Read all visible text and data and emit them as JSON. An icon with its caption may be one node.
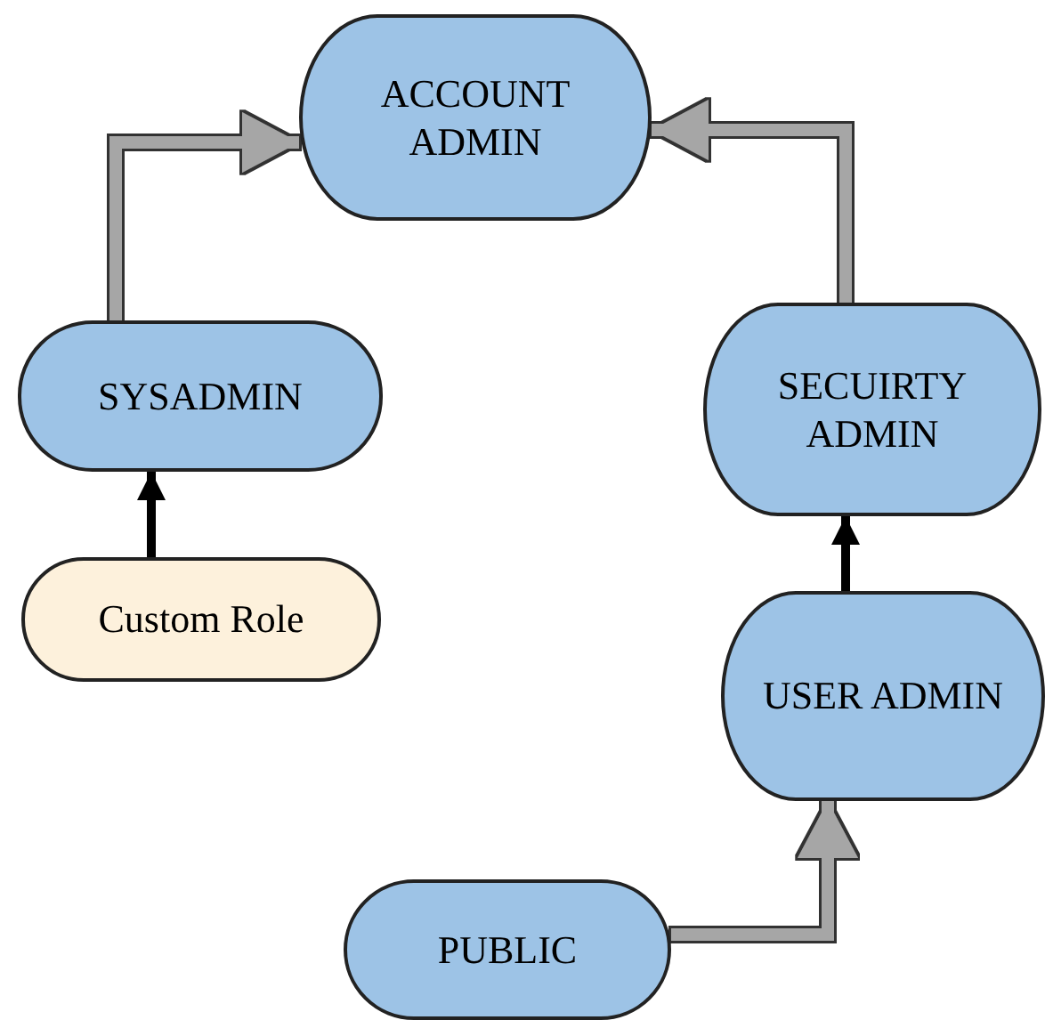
{
  "diagram": {
    "nodes": [
      {
        "text": [
          "ACCOUNT ADMIN"
        ]
      },
      {
        "text": [
          "SYSADMIN"
        ]
      },
      {
        "text": [
          "SECUIRTY ADMIN"
        ]
      },
      {
        "text": [
          "Custom Role"
        ]
      },
      {
        "text": [
          "USER ADMIN"
        ]
      },
      {
        "text": [
          "PUBLIC"
        ]
      }
    ],
    "edges": [
      {
        "from": 1,
        "to": 0,
        "arrow": "to"
      },
      {
        "from": 2,
        "to": 0,
        "arrow": "to"
      },
      {
        "from": 3,
        "to": 1,
        "arrow": "to",
        "color": "#000000"
      },
      {
        "from": 4,
        "to": 2,
        "arrow": "to",
        "color": "#000000"
      },
      {
        "from": 5,
        "to": 4,
        "arrow": "to"
      }
    ]
  }
}
